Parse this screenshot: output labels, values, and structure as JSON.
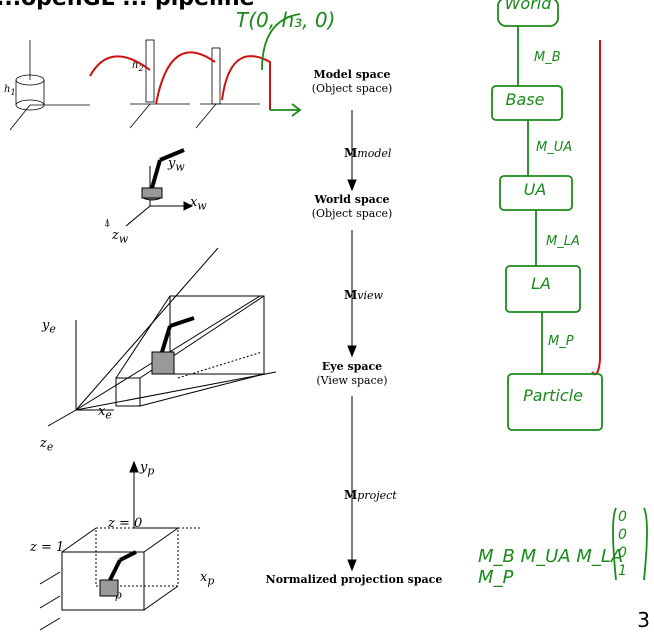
{
  "title": "...openGL ... pipeline",
  "stages": [
    {
      "main": "Model space",
      "sub": "(Object space)"
    },
    {
      "main": "World space",
      "sub": "(Object space)"
    },
    {
      "main": "Eye space",
      "sub": "(View space)"
    },
    {
      "main": "Normalized projection space",
      "sub": ""
    }
  ],
  "matrices": [
    {
      "base": "M",
      "sub": "model"
    },
    {
      "base": "M",
      "sub": "view"
    },
    {
      "base": "M",
      "sub": "project"
    }
  ],
  "axes": {
    "yw": "y",
    "ywsub": "w",
    "xw": "x",
    "xwsub": "w",
    "zw": "z",
    "zwsub": "w",
    "ye": "y",
    "yesub": "e",
    "xe": "x",
    "xesub": "e",
    "ze": "z",
    "zesub": "e",
    "yp": "y",
    "ypsub": "p",
    "xp": "x",
    "xpsub": "p",
    "zp": "z",
    "zpsub": "p",
    "z0": "z = 0",
    "z1": "z = 1",
    "h1": "h",
    "h1sub": "1",
    "h2": "h",
    "h2sub": "2"
  },
  "handwritten": {
    "translation": "T(0, h₃, 0)",
    "hierarchy": [
      "World",
      "Base",
      "UA",
      "LA",
      "Particle"
    ],
    "edges": [
      "M_B",
      "M_UA",
      "M_LA",
      "M_P"
    ],
    "product": "M_B M_UA M_LA M_P",
    "vector": [
      "0",
      "0",
      "0",
      "1"
    ]
  },
  "page_number": "3",
  "colors": {
    "ink_green": "#1a8a1a",
    "ink_red": "#cc1111"
  }
}
